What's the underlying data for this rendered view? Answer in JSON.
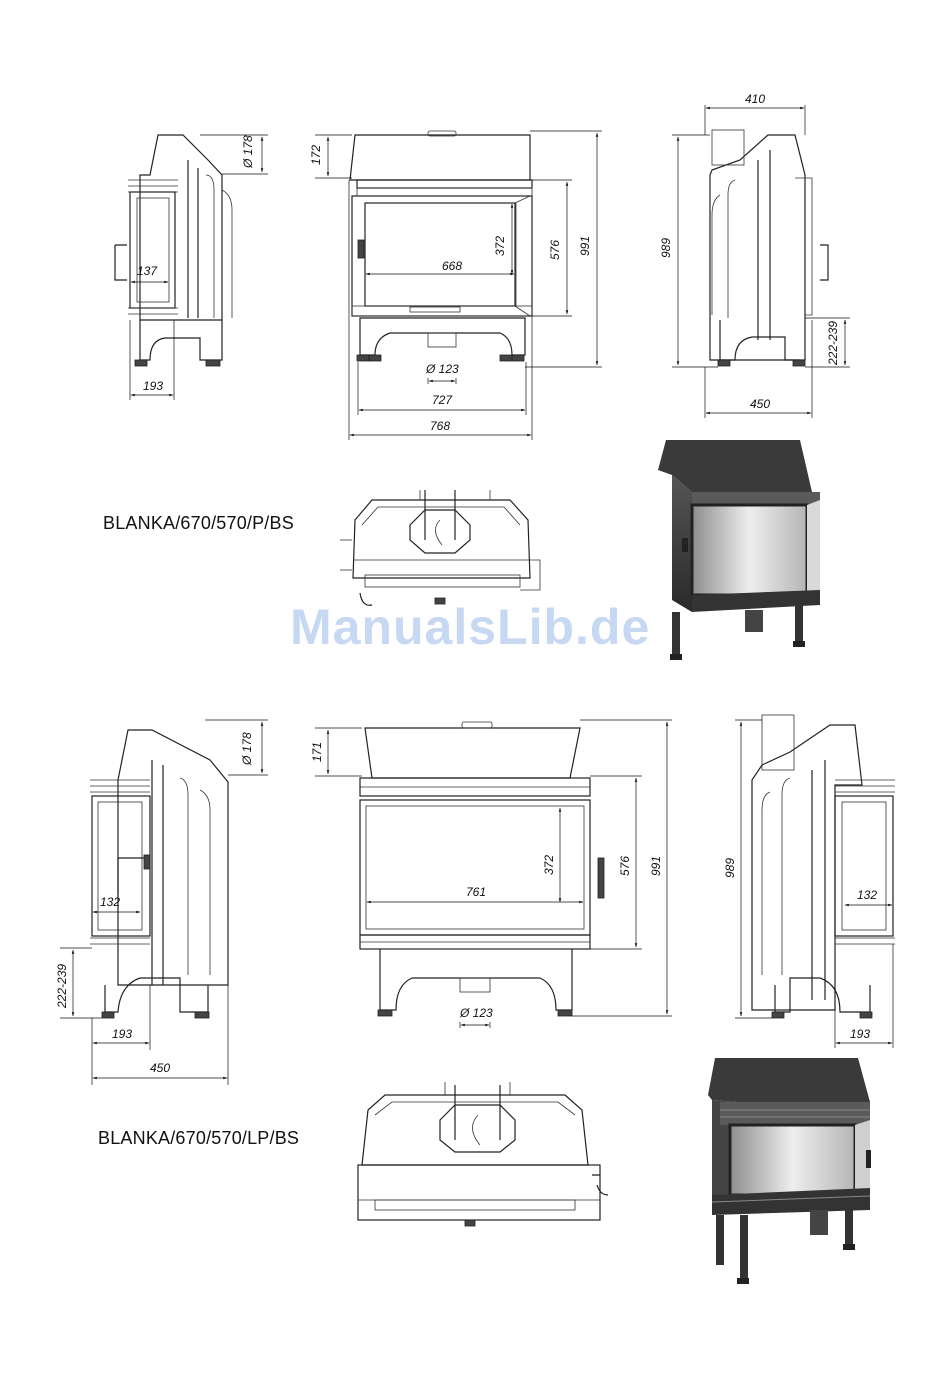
{
  "watermark": "ManualsLib.de",
  "models": {
    "p_bs": {
      "label": "BLANKA/670/570/P/BS",
      "dims": {
        "side_left_d178": "Ø 178",
        "side_left_137": "137",
        "side_left_193": "193",
        "front_172": "172",
        "front_372": "372",
        "front_668": "668",
        "front_576": "576",
        "front_991": "991",
        "front_d123": "Ø 123",
        "front_727": "727",
        "front_768": "768",
        "side_right_410": "410",
        "side_right_989": "989",
        "side_right_222_239": "222-239",
        "side_right_450": "450"
      }
    },
    "lp_bs": {
      "label": "BLANKA/670/570/LP/BS",
      "dims": {
        "side_left_d178": "Ø 178",
        "side_left_132": "132",
        "side_left_222_239": "222-239",
        "side_left_193": "193",
        "side_left_450": "450",
        "front_171": "171",
        "front_372": "372",
        "front_761": "761",
        "front_576": "576",
        "front_991": "991",
        "front_d123": "Ø 123",
        "side_right_989": "989",
        "side_right_132": "132",
        "side_right_193": "193"
      }
    }
  }
}
